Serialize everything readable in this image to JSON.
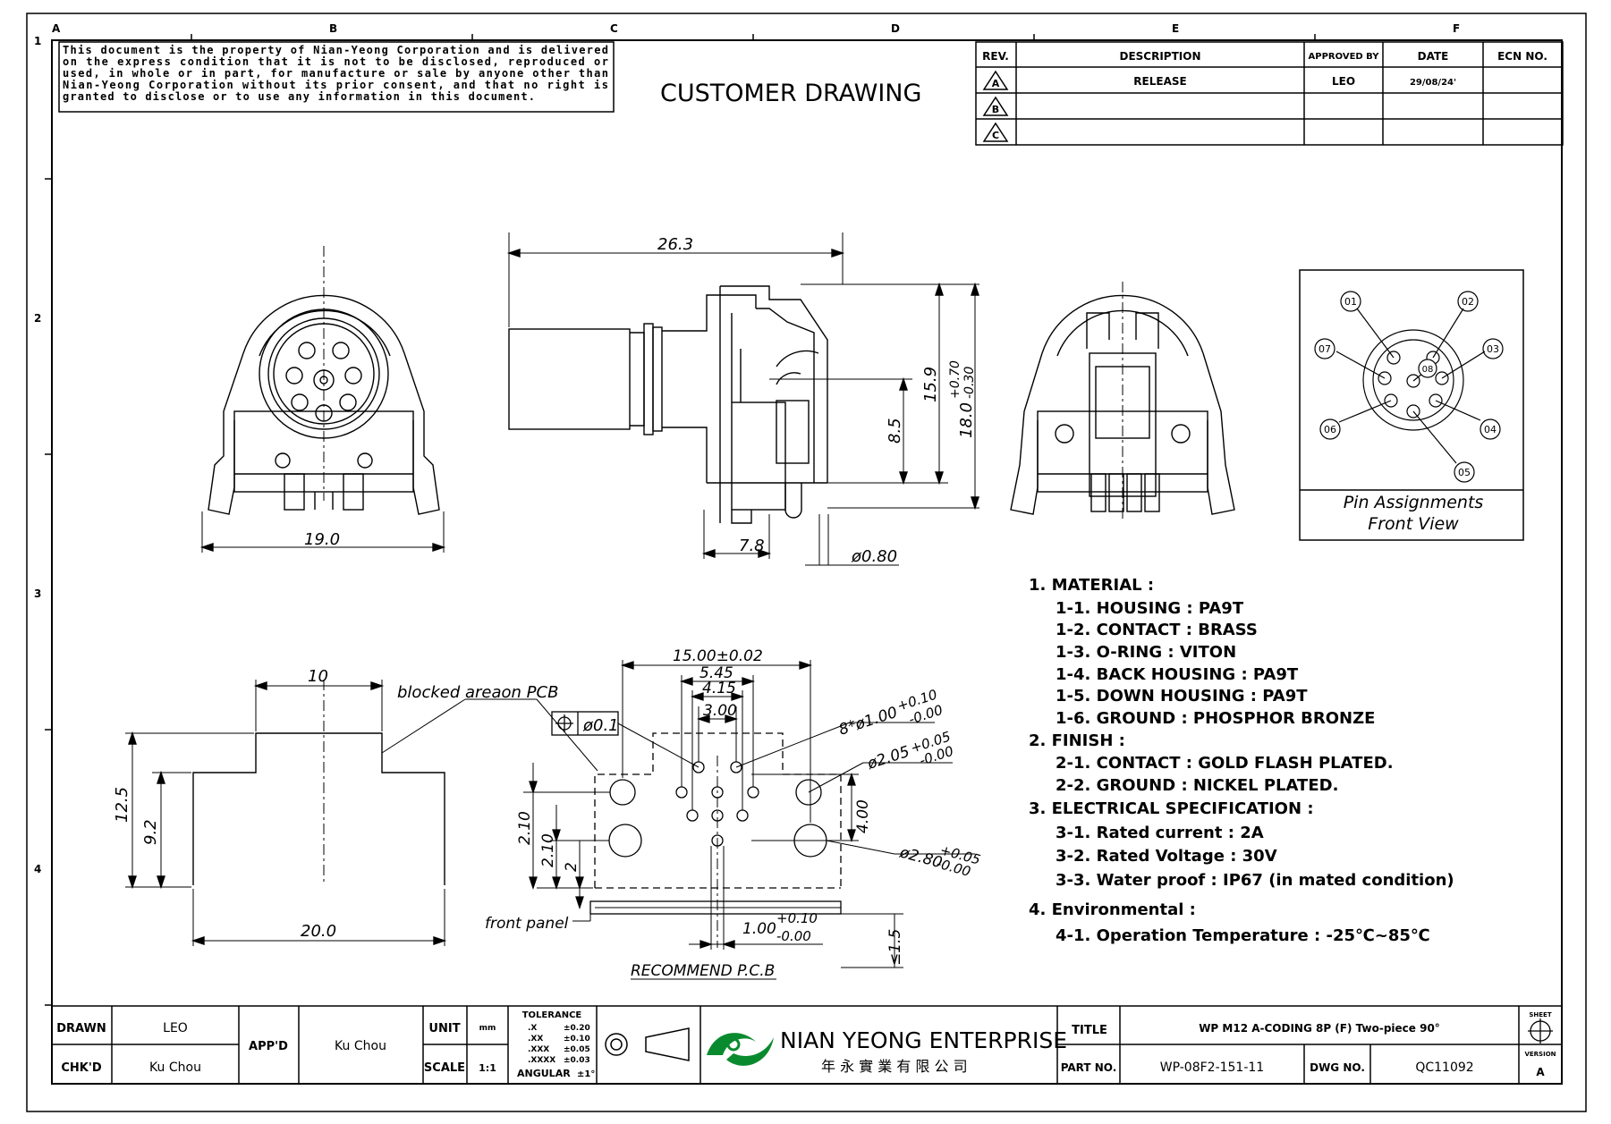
{
  "notice": [
    "This document is the property of Nian-Yeong Corporation and is delivered",
    "on  the  express condition that it is not to be disclosed, reproduced or",
    "used, in whole or in part, for manufacture or sale by anyone other than",
    "Nian-Yeong Corporation without  its prior consent, and that  no right  is",
    "granted to disclose or to use any information in this  document."
  ],
  "heading": "CUSTOMER  DRAWING",
  "grid": {
    "cols": [
      "A",
      "B",
      "C",
      "D",
      "E",
      "F"
    ],
    "rows": [
      "1",
      "2",
      "3",
      "4"
    ]
  },
  "revision_table": {
    "headers": [
      "REV.",
      "DESCRIPTION",
      "APPROVED BY",
      "DATE",
      "ECN NO."
    ],
    "rows": [
      {
        "rev": "A",
        "desc": "RELEASE",
        "approved": "LEO",
        "date": "29/08/24'",
        "ecn": ""
      },
      {
        "rev": "B",
        "desc": "",
        "approved": "",
        "date": "",
        "ecn": ""
      },
      {
        "rev": "C",
        "desc": "",
        "approved": "",
        "date": "",
        "ecn": ""
      }
    ]
  },
  "dimensions": {
    "d_26_3": "26.3",
    "d_19_0": "19.0",
    "d_7_8": "7.8",
    "d_080": "ø0.80",
    "d_8_5": "8.5",
    "d_15_9": "15.9",
    "d_18_0": "18.0",
    "d_18_0_tol_plus": "+0.70",
    "d_18_0_tol_minus": "-0.30",
    "d_10": "10",
    "d_12_5": "12.5",
    "d_9_2": "9.2",
    "d_20_0": "20.0",
    "d_15_00": "15.00±0.02",
    "d_5_45": "5.45",
    "d_4_15": "4.15",
    "d_3_00": "3.00",
    "d_hole1": "8*ø1.00",
    "d_hole1_plus": "+0.10",
    "d_hole1_minus": "-0.00",
    "d_hole2": "ø2.05",
    "d_hole2_plus": "+0.05",
    "d_hole2_minus": "-0.00",
    "d_hole3": "ø2.80",
    "d_hole3_plus": "+0.05",
    "d_hole3_minus": "-0.00",
    "d_4_00": "4.00",
    "d_2_10a": "2.10",
    "d_2_10b": "2.10",
    "d_2": "2",
    "d_1_00": "1.00",
    "d_1_00_plus": "+0.10",
    "d_1_00_minus": "-0.00",
    "d_1_5": "≤1.5",
    "position_tol": "ø0.1"
  },
  "labels": {
    "blocked": "blocked  areaon  PCB",
    "front_panel": "front  panel",
    "recommend": "RECOMMEND  P.C.B",
    "pin_title_1": "Pin  Assignments",
    "pin_title_2": "Front  View"
  },
  "pins": [
    "01",
    "02",
    "03",
    "04",
    "05",
    "06",
    "07",
    "08"
  ],
  "specs": [
    "1.  MATERIAL  :",
    "1-1.  HOUSING  :  PA9T",
    "1-2.  CONTACT  :  BRASS",
    "1-3.  O-RING  :  VITON",
    "1-4.  BACK  HOUSING  :  PA9T",
    "1-5.  DOWN  HOUSING  :  PA9T",
    "1-6.  GROUND  :  PHOSPHOR  BRONZE",
    "2.  FINISH  :",
    "2-1.  CONTACT  :  GOLD  FLASH  PLATED.",
    "2-2.  GROUND  :  NICKEL  PLATED.",
    "3.  ELECTRICAL  SPECIFICATION  :",
    "3-1.  Rated  current  :  2A",
    "3-2.  Rated  Voltage  :  30V",
    "3-3.  Water  proof  :  IP67  (in  mated  condition)",
    "4.  Environmental  :",
    "4-1.  Operation  Temperature  :  -25℃~85℃"
  ],
  "title_block": {
    "drawn_label": "DRAWN",
    "drawn": "LEO",
    "chkd_label": "CHK'D",
    "chkd": "Ku Chou",
    "appd_label": "APP'D",
    "appd": "Ku Chou",
    "unit_label": "UNIT",
    "unit": "mm",
    "scale_label": "SCALE",
    "scale": "1:1",
    "tolerance_label": "TOLERANCE",
    "tolerances": [
      [
        ".X",
        "±0.20"
      ],
      [
        ".XX",
        "±0.10"
      ],
      [
        ".XXX",
        "±0.05"
      ],
      [
        ".XXXX",
        "±0.03"
      ]
    ],
    "angular_label": "ANGULAR",
    "angular": "±1°",
    "company": "NIAN YEONG ENTERPRISE",
    "company_cn": "年 永 實 業 有 限 公 司",
    "title_label": "TITLE",
    "title": "WP M12 A-CODING 8P (F) Two-piece  90°",
    "partno_label": "PART NO.",
    "partno": "WP-08F2-151-11",
    "dwgno_label": "DWG NO.",
    "dwgno": "QC11092",
    "sheet_label": "SHEET",
    "version_label": "VERSION",
    "version": "A"
  }
}
